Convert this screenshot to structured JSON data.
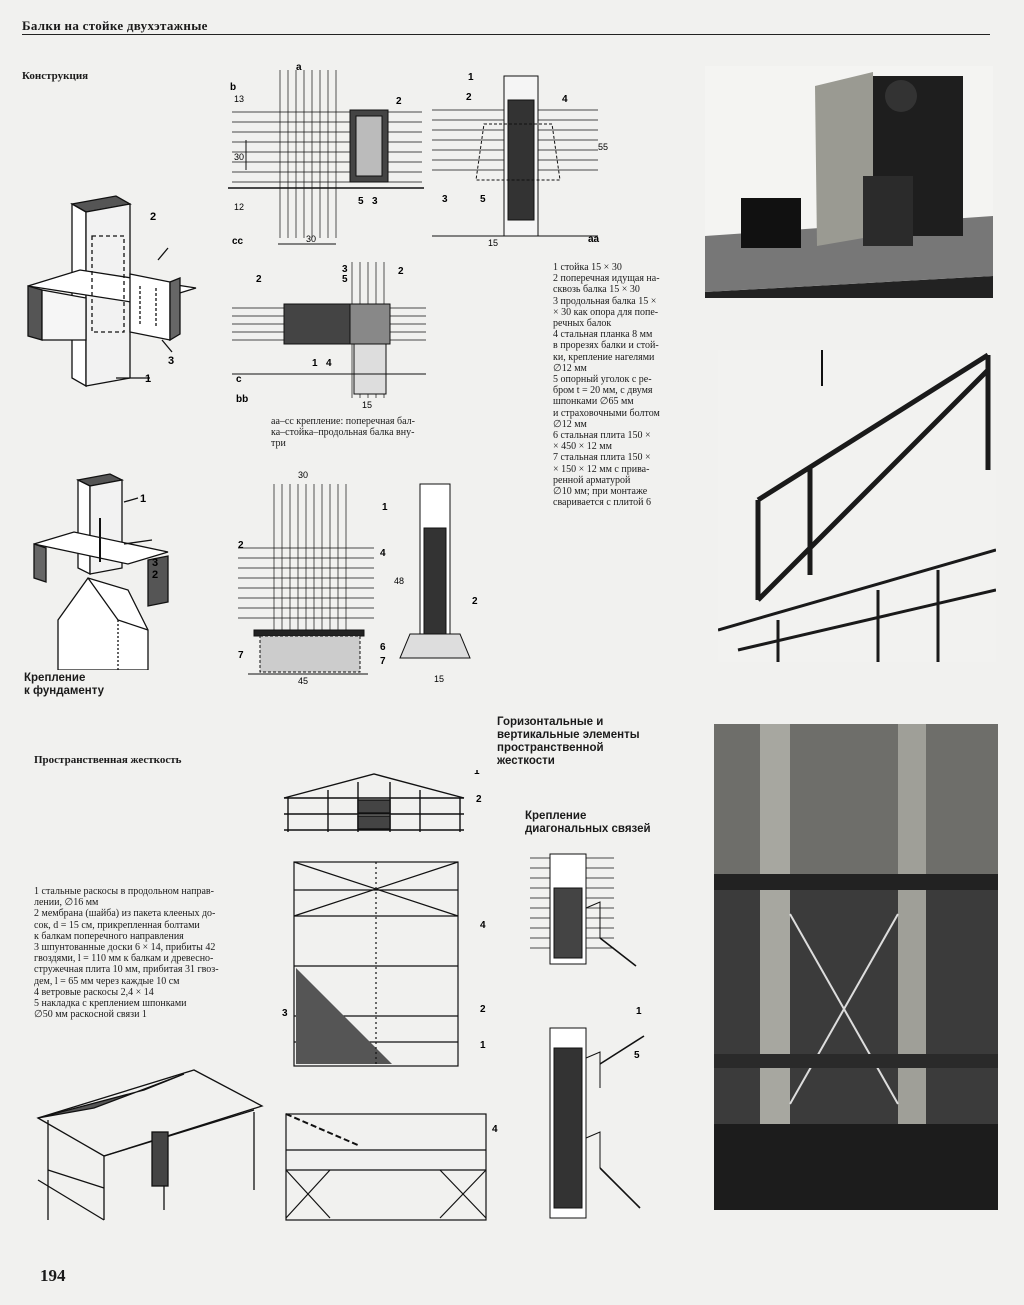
{
  "header": {
    "title": "Балки на стойке двухэтажные"
  },
  "sections": {
    "construction": "Конструкция",
    "foundation": "Крепление\nк фундаменту",
    "rigidity": "Пространственная жесткость",
    "horizontal_vertical": "Горизонтальные и\nвертикальные элементы\nпространственной\nжесткости",
    "diagonal_fastening": "Крепление\nдиагональных связей"
  },
  "caption_aa_cc": [
    "аа–сс крепление: поперечная бал-",
    "ка–стойка–продольная балка вну-",
    "три"
  ],
  "legend_construction": [
    "1 стойка 15 × 30",
    "2 поперечная идущая на-",
    "сквозь балка 15 × 30",
    "3 продольная балка 15 ×",
    "× 30 как опора для попе-",
    "речных балок",
    "4 стальная планка 8 мм",
    "в прорезях балки и стой-",
    "ки, крепление нагелями",
    "∅12 мм",
    "5 опорный уголок с ре-",
    "бром t = 20 мм, с двумя",
    "шпонками ∅65 мм",
    "и страховочными болтом",
    "∅12 мм",
    "6 стальная плита 150 ×",
    "× 450 × 12 мм",
    "7 стальная плита 150 ×",
    "× 150 × 12 мм с прива-",
    "ренной арматурой",
    "∅10 мм; при монтаже",
    "сваривается с плитой 6"
  ],
  "legend_rigidity": [
    "1 стальные раскосы в продольном направ-",
    "лении, ∅16 мм",
    "2 мембрана (шайба) из пакета клееных до-",
    "сок, d = 15 см, прикрепленная болтами",
    "к балкам поперечного направления",
    "3 шпунтованные доски 6 × 14, прибиты 42",
    "гвоздями, l = 110 мм к балкам и древесно-",
    "стружечная плита 10 мм, прибитая 31 гвоз-",
    "дем, l = 65 мм через каждые 10 см",
    "4 ветровые раскосы 2,4 × 14",
    "5 накладка с креплением шпонками",
    "∅50 мм раскосной связи 1"
  ],
  "drawing_labels": {
    "n1": "1",
    "n2": "2",
    "n3": "3",
    "n4": "4",
    "n5": "5",
    "n6": "6",
    "n7": "7",
    "cc": "cc",
    "aa": "aa",
    "bb": "bb",
    "a": "a",
    "b": "b",
    "c": "c",
    "d13": "13",
    "d30": "30",
    "d12": "12",
    "d15": "15",
    "d55": "55",
    "d45": "45",
    "d48": "48"
  },
  "page_number": "194"
}
